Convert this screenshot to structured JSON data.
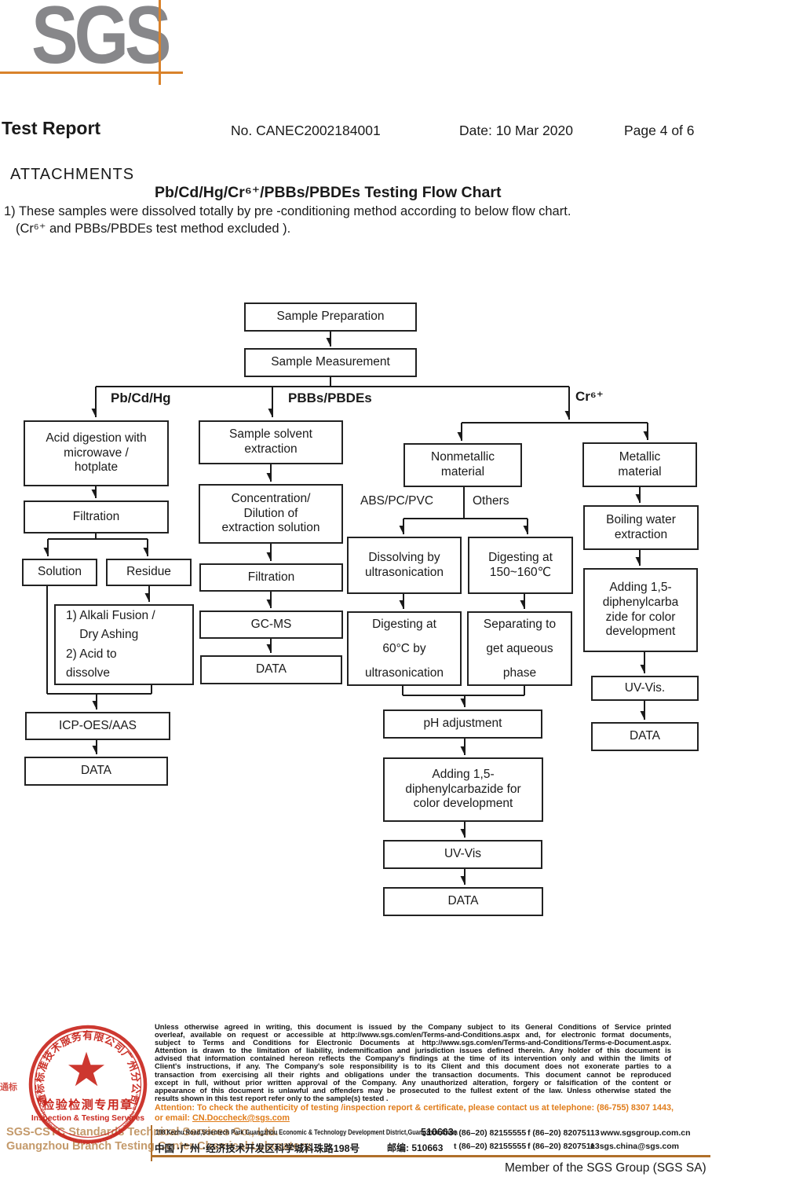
{
  "colors": {
    "orange": "#d9822b",
    "footer-line": "#b06f2a",
    "logo-gray": "#87878a",
    "stamp-red": "#c9271e",
    "tan": "#c49a6b",
    "attn": "#e07c1a"
  },
  "header": {
    "logo_text": "SGS",
    "title": "Test Report",
    "report_no": "No. CANEC2002184001",
    "date": "Date: 10 Mar 2020",
    "page": "Page 4 of 6"
  },
  "attachments": {
    "heading": "ATTACHMENTS",
    "chart_title": "Pb/Cd/Hg/Cr⁶⁺/PBBs/PBDEs Testing Flow Chart",
    "note_line1": "1) These samples were dissolved totally by pre -conditioning method according to below flow chart.",
    "note_line2": "(Cr⁶⁺ and PBBs/PBDEs  test method excluded )."
  },
  "flowchart": {
    "labels": {
      "pb_cd_hg": "Pb/Cd/Hg",
      "pbbs_pbdes": "PBBs/PBDEs",
      "cr6": "Cr⁶⁺",
      "abs_pc_pvc": "ABS/PC/PVC",
      "others": "Others"
    },
    "boxes": {
      "sample_prep": "Sample Preparation",
      "sample_meas": "Sample Measurement",
      "acid_digestion": "Acid digestion with\nmicrowave /\nhotplate",
      "filtration_left": "Filtration",
      "solution": "Solution",
      "residue": "Residue",
      "alkali": "1) Alkali Fusion /\n    Dry Ashing\n2) Acid to\ndissolve",
      "icp": "ICP-OES/AAS",
      "data_left": "DATA",
      "solvent_extraction": "Sample solvent\nextraction",
      "concentration": "Concentration/\nDilution of\nextraction solution",
      "filtration_mid": "Filtration",
      "gcms": "GC-MS",
      "data_mid": "DATA",
      "nonmetallic": "Nonmetallic\nmaterial",
      "metallic": "Metallic\nmaterial",
      "dissolving": "Dissolving by\nultrasonication",
      "digesting150": "Digesting at\n150~160℃",
      "digesting60": "Digesting at\n60°C by\nultrasonication",
      "separating": "Separating to\nget aqueous\nphase",
      "ph_adjustment": "pH adjustment",
      "adding_mid": "Adding 1,5-\ndiphenylcarbazide for\ncolor development",
      "uv_vis_mid": "UV-Vis",
      "data_center": "DATA",
      "boiling": "Boiling water\nextraction",
      "adding_right": "Adding 1,5-\ndiphenylcarba\nzide for color\ndevelopment",
      "uv_vis_right": "UV-Vis.",
      "data_right": "DATA"
    }
  },
  "stamp": {
    "ring_text_top": "通标标准技术服务有限公司广州分公司",
    "ring_text_bottom": "SGS-CSTC Standards Technical Services Co.,Ltd. Guangzhou Branch",
    "star_icon": "★",
    "center_line1": "检验检测专用章",
    "center_line2": "Inspection & Testing Services",
    "edge_fragment": "通标",
    "company_en_line1": "SGS-CSTC Standards Technical Services Co., Ltd.",
    "company_en_line2": "Guangzhou Branch Testing Center Chemical Laboratory."
  },
  "footer": {
    "legal_lines": [
      "Unless otherwise agreed in writing, this document is issued by the Company subject to its General Conditions of Service printed",
      "overleaf, available on request or accessible at http://www.sgs.com/en/Terms-and-Conditions.aspx and, for electronic format documents,",
      "subject to Terms and Conditions for Electronic Documents at http://www.sgs.com/en/Terms-and-Conditions/Terms-e-Document.aspx.",
      "Attention is drawn to the limitation of liability, indemnification and jurisdiction issues defined therein. Any holder of this document is",
      "advised that information contained hereon reflects the Company's findings at the time of its intervention only and within the limits of",
      "Client's instructions, if any. The Company's sole responsibility is to its Client and this document does not exonerate parties to a",
      "transaction from exercising all their rights and obligations under the transaction documents. This document cannot be reproduced",
      "except in full, without prior written approval of the Company. Any unauthorized alteration, forgery or falsification of the content or",
      "appearance of this document is unlawful and offenders may be prosecuted to the fullest extent of the law. Unless otherwise stated the",
      "results shown in this test report refer only to the sample(s) tested ."
    ],
    "attention_line1": "Attention: To check the authenticity of testing /inspection report & certificate, please contact us at telephone: (86-755) 8307 1443,",
    "attention_email_prefix": "or email: ",
    "attention_email": "CN.Doccheck@sgs.com",
    "address": {
      "en_road": "198 Kezhu Road,Scientech Park Guangzhou Economic & Technology Development District,Guangzhou,China",
      "en_postcode": "510663",
      "en_tel": "t (86–20) 82155555",
      "en_fax": "f (86–20) 82075113",
      "en_web": "www.sgsgroup.com.cn",
      "cn_road": "中国 ·广州 ·经济技术开发区科学城科珠路198号",
      "cn_postcode": "邮编: 510663",
      "cn_tel": "t (86–20) 82155555",
      "cn_fax": "f (86–20) 82075113",
      "cn_email_label": "e",
      "cn_email": "sgs.china@sgs.com"
    },
    "member_text": "Member of the SGS Group (SGS SA)"
  }
}
